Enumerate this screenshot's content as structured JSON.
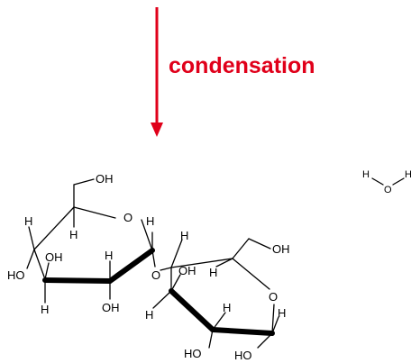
{
  "reaction": {
    "label": "condensation",
    "arrow_color": "#e0001a",
    "label_color": "#e0001a"
  },
  "disaccharide": {
    "ring1_oxygen": "O",
    "ring2_oxygen": "O",
    "bridge_oxygen": "O",
    "hydroxyl": "OH",
    "hydroxyl_rev": "HO",
    "hydrogen": "H"
  },
  "water": {
    "hydrogen": "H",
    "oxygen": "O"
  }
}
